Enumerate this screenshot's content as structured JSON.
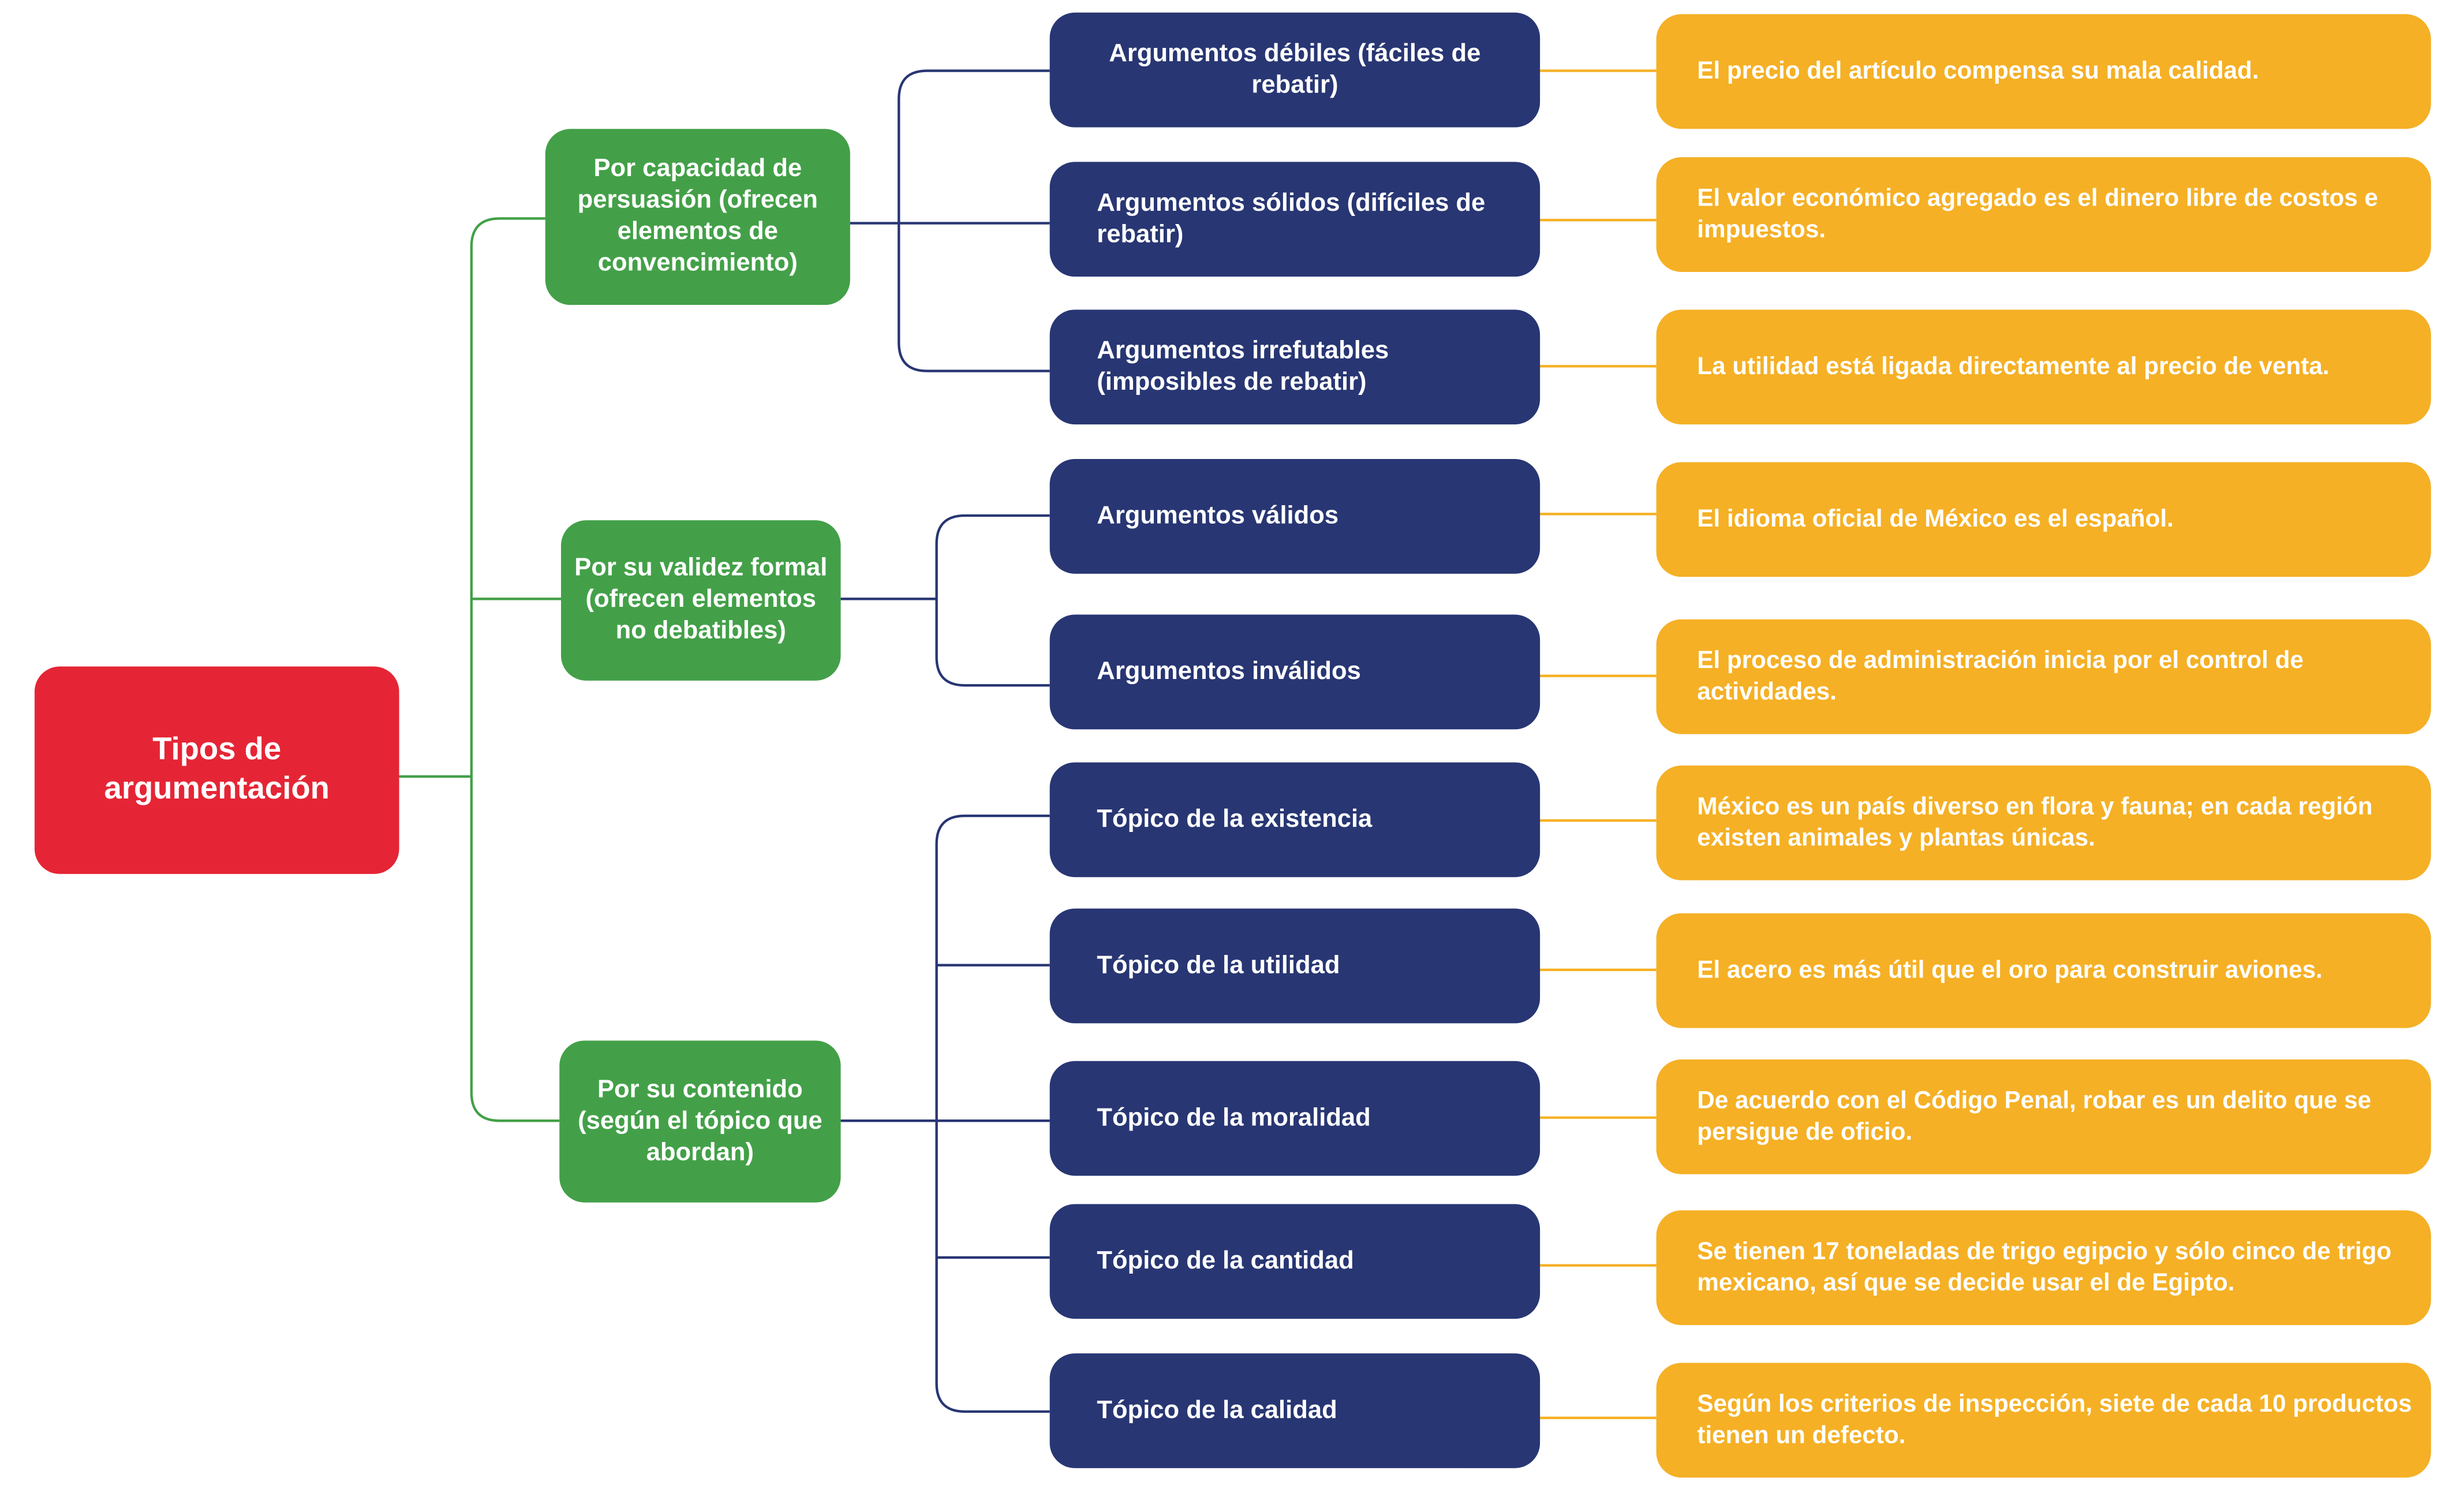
{
  "root": {
    "label": "Tipos de argumentación"
  },
  "categories": [
    {
      "label": "Por capacidad de persuasión (ofrecen elementos de convencimiento)",
      "types": [
        {
          "label": "Argumentos débiles (fáciles de rebatir)",
          "example": "El precio del artículo compensa su mala calidad."
        },
        {
          "label": "Argumentos sólidos (difíciles de rebatir)",
          "example": "El valor económico agregado es el dinero libre de costos e impuestos."
        },
        {
          "label": "Argumentos irrefutables (imposibles de rebatir)",
          "example": "La utilidad está ligada directamente al precio de venta."
        }
      ]
    },
    {
      "label": "Por su validez formal (ofrecen elementos no debatibles)",
      "types": [
        {
          "label": "Argumentos válidos",
          "example": "El idioma oficial de México es el español."
        },
        {
          "label": "Argumentos inválidos",
          "example": "El proceso de administración inicia por el control de actividades."
        }
      ]
    },
    {
      "label": "Por su contenido (según el tópico que abordan)",
      "types": [
        {
          "label": "Tópico de la existencia",
          "example": "México es un país diverso en flora y fauna; en cada región existen animales y plantas únicas."
        },
        {
          "label": "Tópico de la utilidad",
          "example": "El acero es más útil que el oro para construir aviones."
        },
        {
          "label": "Tópico de la moralidad",
          "example": "De acuerdo con el Código Penal, robar es un delito que se persigue de oficio."
        },
        {
          "label": "Tópico de la cantidad",
          "example": "Se tienen 17 toneladas de trigo egipcio y sólo cinco de trigo mexicano, así que se decide usar el de Egipto."
        },
        {
          "label": "Tópico de la calidad",
          "example": "Según los criterios de inspección, siete de cada 10 productos tienen un defecto."
        }
      ]
    }
  ],
  "colors": {
    "root": "#e52535",
    "category": "#43a048",
    "type": "#283673",
    "example": "#f5b025",
    "root_connector": "#43a048",
    "category_connector": "#283673",
    "example_connector": "#f5b025"
  }
}
